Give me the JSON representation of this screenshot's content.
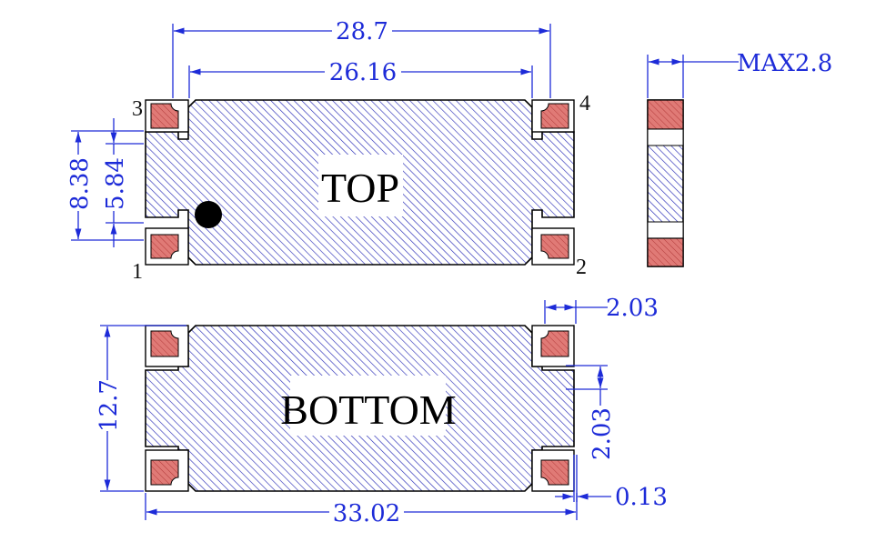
{
  "top_view": {
    "label": "TOP",
    "pins": {
      "p1": "1",
      "p2": "2",
      "p3": "3",
      "p4": "4"
    },
    "dims": {
      "overall_length": "28.7",
      "inner_length": "26.16",
      "height_outer": "8.38",
      "height_inner": "5.84"
    }
  },
  "bottom_view": {
    "label": "BOTTOM",
    "dims": {
      "pad_width": "2.03",
      "pad_height": "2.03",
      "height": "12.7",
      "offset": "0.13",
      "length": "33.02"
    }
  },
  "side_view": {
    "dims": {
      "thickness": "MAX2.8"
    }
  },
  "colors": {
    "body_hatch": "#2b2fb8",
    "pad_fill": "#e07a76",
    "dimension": "#1d2bd8",
    "outline": "#000000"
  }
}
